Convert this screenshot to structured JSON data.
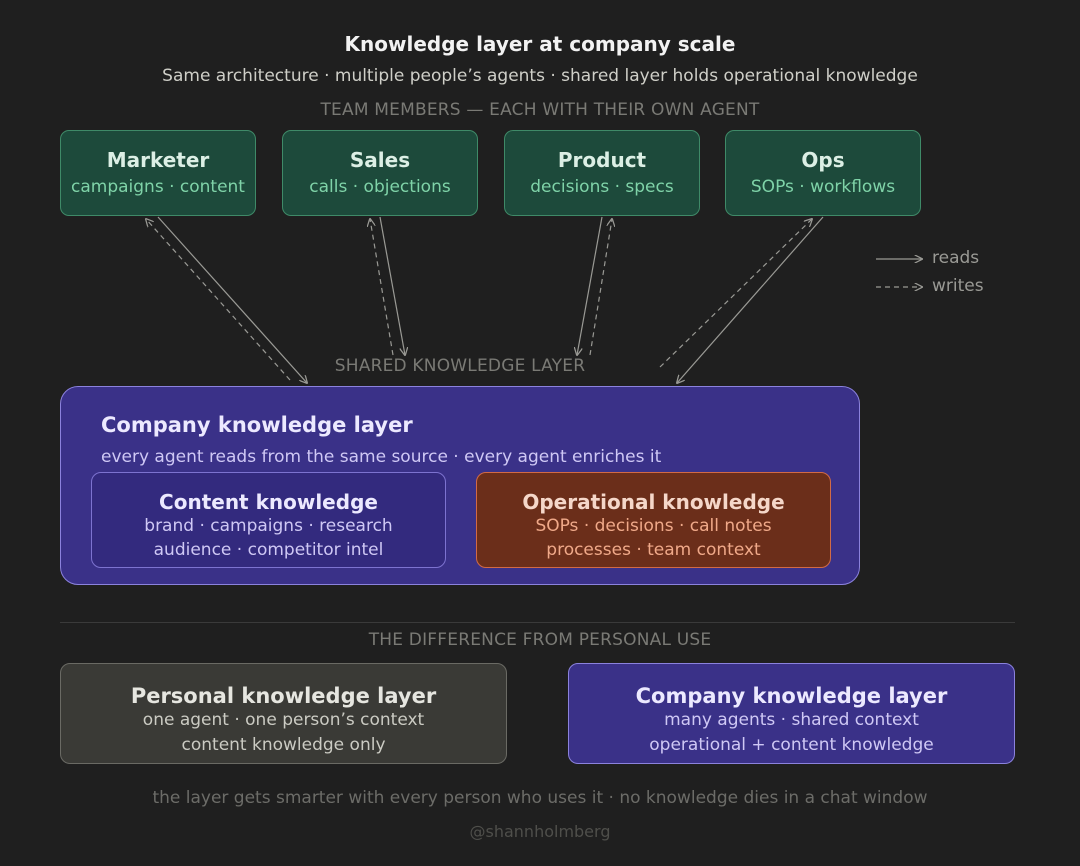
{
  "header": {
    "title": "Knowledge layer at company scale",
    "subtitle": "Same architecture · multiple people’s agents · shared layer holds operational knowledge"
  },
  "team_section": {
    "label": "TEAM MEMBERS — EACH WITH THEIR OWN AGENT",
    "members": [
      {
        "name": "Marketer",
        "desc": "campaigns · content"
      },
      {
        "name": "Sales",
        "desc": "calls · objections"
      },
      {
        "name": "Product",
        "desc": "decisions · specs"
      },
      {
        "name": "Ops",
        "desc": "SOPs · workflows"
      }
    ]
  },
  "legend": {
    "reads": "reads",
    "writes": "writes"
  },
  "shared_section": {
    "label": "SHARED KNOWLEDGE LAYER",
    "company": {
      "title": "Company knowledge layer",
      "desc": "every agent reads from the same source · every agent enriches it",
      "content": {
        "title": "Content knowledge",
        "lines": [
          "brand · campaigns · research",
          "audience · competitor intel"
        ]
      },
      "operational": {
        "title": "Operational knowledge",
        "lines": [
          "SOPs · decisions · call notes",
          "processes · team context"
        ]
      }
    }
  },
  "difference_section": {
    "label": "THE DIFFERENCE FROM PERSONAL USE",
    "personal": {
      "title": "Personal knowledge layer",
      "lines": [
        "one agent · one person’s context",
        "content knowledge only"
      ]
    },
    "company": {
      "title": "Company knowledge layer",
      "lines": [
        "many agents · shared context",
        "operational + content knowledge"
      ]
    }
  },
  "footer": {
    "text": "the layer gets smarter with every person who uses it · no knowledge dies in a chat window",
    "credit": "@shannholmberg"
  },
  "colors": {
    "background": "#1f1f1f",
    "member_fill": "#1d4a3b",
    "member_border": "#3f8a68",
    "company_fill": "#3a3188",
    "company_border": "#8b82dd",
    "operational_fill": "#6b2e1a",
    "operational_border": "#d26a45",
    "personal_fill": "#3a3a36",
    "arrow": "#9a9a95"
  }
}
